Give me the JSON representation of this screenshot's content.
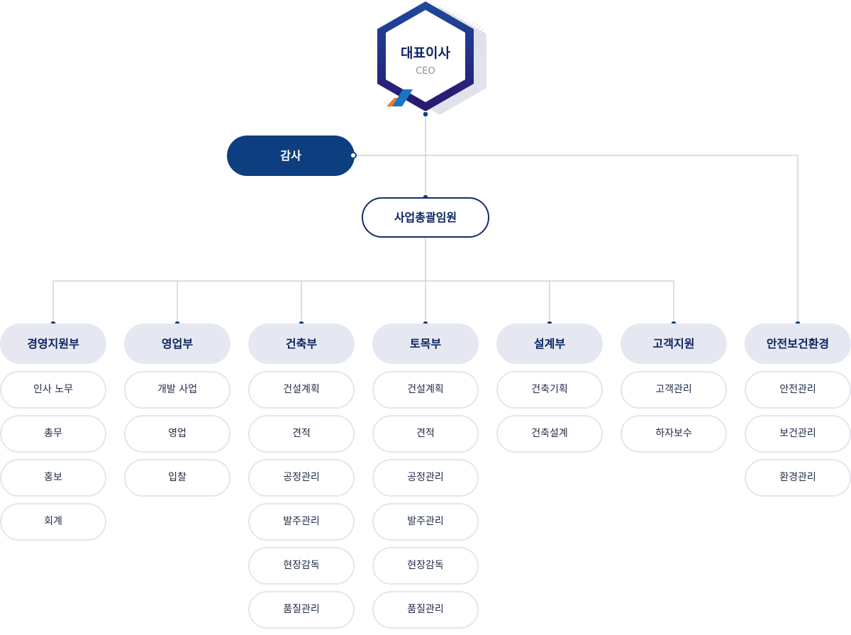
{
  "ceo": {
    "title": "대표이사",
    "subtitle": "CEO"
  },
  "audit": {
    "label": "감사"
  },
  "executive": {
    "label": "사업총괄임원"
  },
  "departments": [
    {
      "name": "경영지원부",
      "items": [
        "인사 노무",
        "총무",
        "홍보",
        "회계"
      ]
    },
    {
      "name": "영업부",
      "items": [
        "개발 사업",
        "영업",
        "입찰"
      ]
    },
    {
      "name": "건축부",
      "items": [
        "건설계획",
        "견적",
        "공정관리",
        "발주관리",
        "현장감독",
        "품질관리"
      ]
    },
    {
      "name": "토목부",
      "items": [
        "건설계획",
        "견적",
        "공정관리",
        "발주관리",
        "현장감독",
        "품질관리"
      ]
    },
    {
      "name": "설계부",
      "items": [
        "건축기획",
        "건축설계"
      ]
    },
    {
      "name": "고객지원",
      "items": [
        "고객관리",
        "하자보수"
      ]
    },
    {
      "name": "안전보건환경",
      "items": [
        "안전관리",
        "보건관리",
        "환경관리"
      ]
    }
  ],
  "colors": {
    "navy": "#0d3f80",
    "ceo_gradient_top": "#1d4a9a",
    "ceo_gradient_bottom": "#2a1670",
    "dept_bg": "#e5e8f1",
    "line": "#b8bcc6",
    "dot": "#0d3f80",
    "accent_orange": "#f07a2a",
    "accent_blue": "#1a76c5"
  },
  "icons": {
    "ceo_mark": "hexagon-logo-icon",
    "connector_dot": "connector-dot-icon"
  }
}
